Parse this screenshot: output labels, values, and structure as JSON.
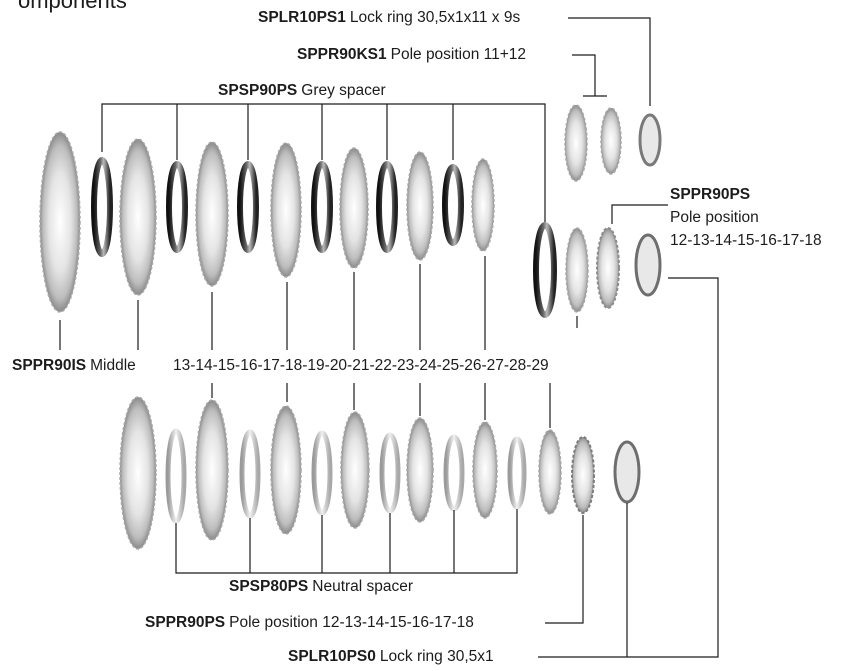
{
  "heading_fragment": "omponents",
  "labels": {
    "lock_ring_1": {
      "code": "SPLR10PS1",
      "text": "Lock ring 30,5x1x11 x 9s"
    },
    "pole_ks1": {
      "code": "SPPR90KS1",
      "text": "Pole position 11+12"
    },
    "grey_spacer": {
      "code": "SPSP90PS",
      "text": "Grey spacer"
    },
    "pole_90ps_top": {
      "code": "SPPR90PS",
      "line1": "Pole position",
      "line2": "12-13-14-15-16-17-18"
    },
    "middle": {
      "code": "SPPR90IS",
      "text": "Middle"
    },
    "sizes": "13-14-15-16-17-18-19-20-21-22-23-24-25-26-27-28-29",
    "neutral_spacer": {
      "code": "SPSP80PS",
      "text": "Neutral spacer"
    },
    "pole_90ps_bottom": {
      "code": "SPPR90PS",
      "text": "Pole position 12-13-14-15-16-17-18"
    },
    "lock_ring_0": {
      "code": "SPLR10PS0",
      "text": "Lock ring 30,5x1"
    }
  },
  "colors": {
    "line": "#1c1c1c",
    "cog_light": "#d9d9d9",
    "cog_dark": "#8c8c8c",
    "spacer_grey": "#3a3a3a",
    "spacer_neutral": "#cfcfcf"
  }
}
